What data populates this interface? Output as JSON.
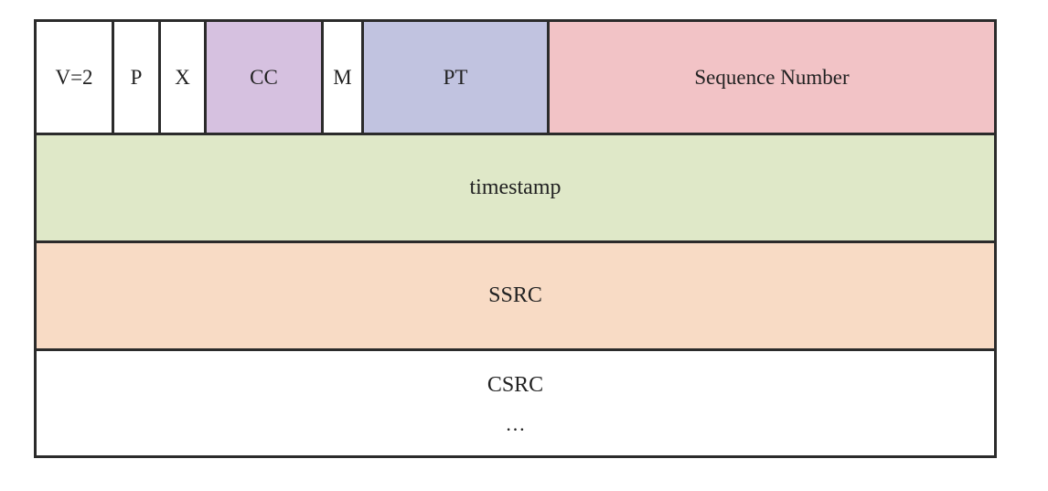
{
  "header_fields": [
    {
      "label": "V=2",
      "color": "#ffffff"
    },
    {
      "label": "P",
      "color": "#ffffff"
    },
    {
      "label": "X",
      "color": "#ffffff"
    },
    {
      "label": "CC",
      "color": "#d6c1e0"
    },
    {
      "label": "M",
      "color": "#ffffff"
    },
    {
      "label": "PT",
      "color": "#c1c3e0"
    },
    {
      "label": "Sequence Number",
      "color": "#f2c3c6"
    }
  ],
  "rows": {
    "timestamp": {
      "label": "timestamp",
      "color": "#dfe8c8"
    },
    "ssrc": {
      "label": "SSRC",
      "color": "#f8dbc5"
    },
    "csrc": {
      "label": "CSRC",
      "ellipsis": "…",
      "color": "#ffffff"
    }
  }
}
